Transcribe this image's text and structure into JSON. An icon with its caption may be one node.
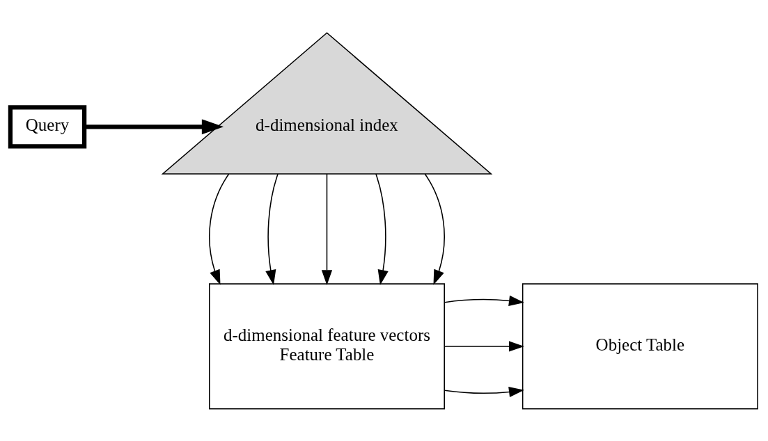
{
  "diagram": {
    "nodes": [
      {
        "text": [
          "Query"
        ]
      },
      {
        "text": [
          "d-dimensional index"
        ]
      },
      {
        "text": [
          "d-dimensional feature vectors",
          "Feature Table"
        ]
      },
      {
        "text": [
          "Object Table"
        ]
      }
    ],
    "edges": [
      {
        "from": 0,
        "to": 1,
        "arrow": "to",
        "style": "thick"
      },
      {
        "from": 1,
        "to": 2,
        "arrow": "to"
      },
      {
        "from": 1,
        "to": 2,
        "arrow": "to"
      },
      {
        "from": 1,
        "to": 2,
        "arrow": "to"
      },
      {
        "from": 1,
        "to": 2,
        "arrow": "to"
      },
      {
        "from": 1,
        "to": 2,
        "arrow": "to"
      },
      {
        "from": 2,
        "to": 3,
        "arrow": "to"
      },
      {
        "from": 2,
        "to": 3,
        "arrow": "to"
      },
      {
        "from": 2,
        "to": 3,
        "arrow": "to"
      }
    ]
  }
}
